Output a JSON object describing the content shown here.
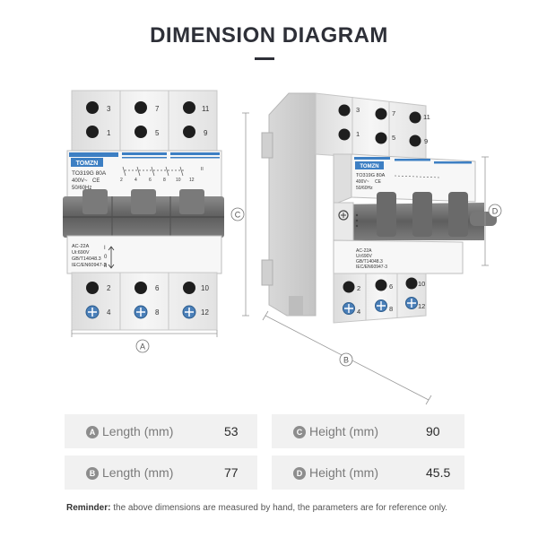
{
  "title": "DIMENSION DIAGRAM",
  "brand_left": "TOMZN",
  "brand_right": "TOMZN",
  "left_device": {
    "model": "TO319G 80A",
    "voltage": "400V~",
    "freq": "50/60Hz",
    "ce": "CE",
    "spec_lines": [
      "AC-22A",
      "Ui:690V",
      "GB/T14048.3",
      "IEC/EN60947-3"
    ],
    "top_terminals": [
      "3",
      "1",
      "7",
      "5",
      "11",
      "9"
    ],
    "bottom_terminals": [
      "2",
      "4",
      "6",
      "8",
      "10",
      "12"
    ],
    "schematic_numbers": [
      "2",
      "4",
      "6",
      "8",
      "10",
      "12"
    ],
    "switch_i": "I",
    "switch_0": "0",
    "switch_ii": "II"
  },
  "right_device": {
    "model": "TO319G 80A",
    "voltage": "400V~",
    "freq": "50/60Hz",
    "ce": "CE",
    "spec_lines": [
      "AC-22A",
      "Ui:690V",
      "GB/T14048.3",
      "IEC/EN60947-3"
    ],
    "top_terminals": [
      "3",
      "1",
      "7",
      "5",
      "11",
      "9"
    ],
    "bottom_terminals": [
      "2",
      "4",
      "6",
      "8",
      "10",
      "12"
    ]
  },
  "dimension_letters": {
    "a": "A",
    "b": "B",
    "c": "C",
    "d": "D"
  },
  "specs": [
    {
      "badge": "A",
      "label": "Length (mm)",
      "value": "53"
    },
    {
      "badge": "C",
      "label": "Height (mm)",
      "value": "90"
    },
    {
      "badge": "B",
      "label": "Length (mm)",
      "value": "77"
    },
    {
      "badge": "D",
      "label": "Height (mm)",
      "value": "45.5"
    }
  ],
  "reminder": {
    "bold": "Reminder:",
    "text": " the above dimensions are measured by hand, the parameters are for reference only."
  },
  "colors": {
    "handle": "#6b6b6b",
    "label_stripe": "#3d7fc3",
    "body": "#ececec",
    "terminal": "#1e1e1e",
    "screw": "#4a7fb8",
    "spec_bg": "#f1f1f1"
  }
}
